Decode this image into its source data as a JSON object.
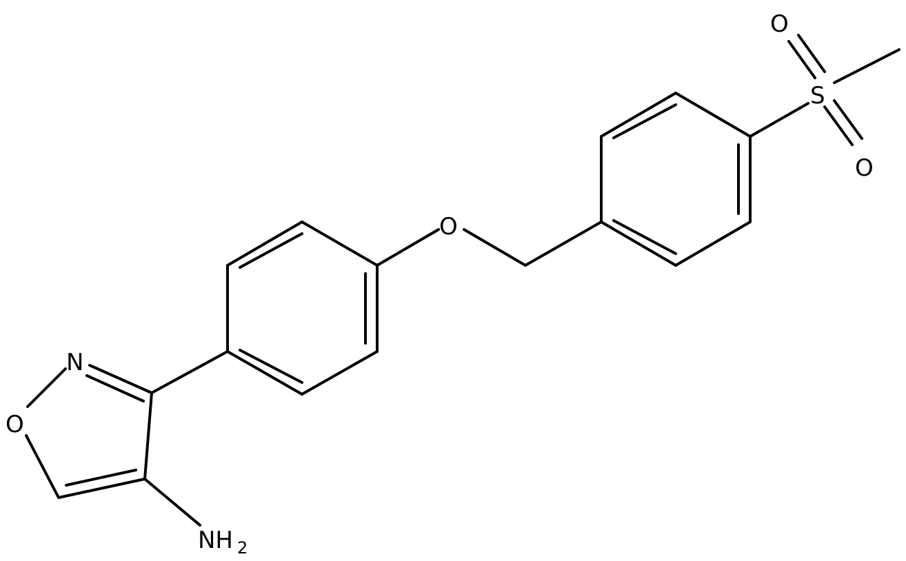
{
  "atoms": {
    "isoxazole_o": "O",
    "isoxazole_n": "N",
    "amine_n": "NH",
    "amine_sub": "2",
    "ether_o": "O",
    "sulfonyl_s": "S",
    "sulfonyl_o_top": "O",
    "sulfonyl_o_bottom": "O"
  },
  "colors": {
    "bond": "#000000",
    "text": "#000000",
    "background": "#ffffff"
  }
}
